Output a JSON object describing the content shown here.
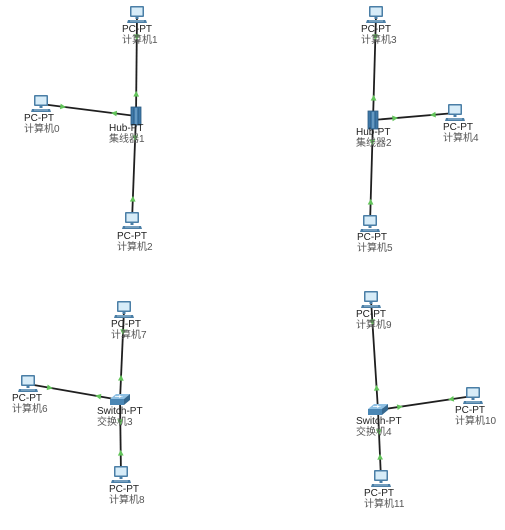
{
  "colors": {
    "link": "#1f1f1f",
    "indicator": "#62c45a",
    "pc_body": "#4a7ea6",
    "pc_screen": "#d7ecf8",
    "hub_body": "#3f78a8",
    "switch_body": "#4a86b4"
  },
  "icons": {
    "pc": "pc-monitor-icon",
    "hub": "hub-icon",
    "switch": "switch-icon"
  },
  "nodes": {
    "pc1": {
      "model": "PC-PT",
      "name": "计算机1"
    },
    "pc0": {
      "model": "PC-PT",
      "name": "计算机0"
    },
    "hub1": {
      "model": "Hub-PT",
      "name": "集线器1"
    },
    "pc2": {
      "model": "PC-PT",
      "name": "计算机2"
    },
    "pc3": {
      "model": "PC-PT",
      "name": "计算机3"
    },
    "hub2": {
      "model": "Hub-PT",
      "name": "集线器2"
    },
    "pc4": {
      "model": "PC-PT",
      "name": "计算机4"
    },
    "pc5": {
      "model": "PC-PT",
      "name": "计算机5"
    },
    "pc7": {
      "model": "PC-PT",
      "name": "计算机7"
    },
    "pc6": {
      "model": "PC-PT",
      "name": "计算机6"
    },
    "sw3": {
      "model": "Switch-PT",
      "name": "交换机3"
    },
    "pc8": {
      "model": "PC-PT",
      "name": "计算机8"
    },
    "pc9": {
      "model": "PC-PT",
      "name": "计算机9"
    },
    "sw4": {
      "model": "Switch-PT",
      "name": "交换机4"
    },
    "pc10": {
      "model": "PC-PT",
      "name": "计算机10"
    },
    "pc11": {
      "model": "PC-PT",
      "name": "计算机11"
    }
  },
  "links": [
    [
      "pc1",
      "hub1"
    ],
    [
      "pc0",
      "hub1"
    ],
    [
      "pc2",
      "hub1"
    ],
    [
      "pc3",
      "hub2"
    ],
    [
      "pc4",
      "hub2"
    ],
    [
      "pc5",
      "hub2"
    ],
    [
      "pc7",
      "sw3"
    ],
    [
      "pc6",
      "sw3"
    ],
    [
      "pc8",
      "sw3"
    ],
    [
      "pc9",
      "sw4"
    ],
    [
      "pc10",
      "sw4"
    ],
    [
      "pc11",
      "sw4"
    ]
  ]
}
